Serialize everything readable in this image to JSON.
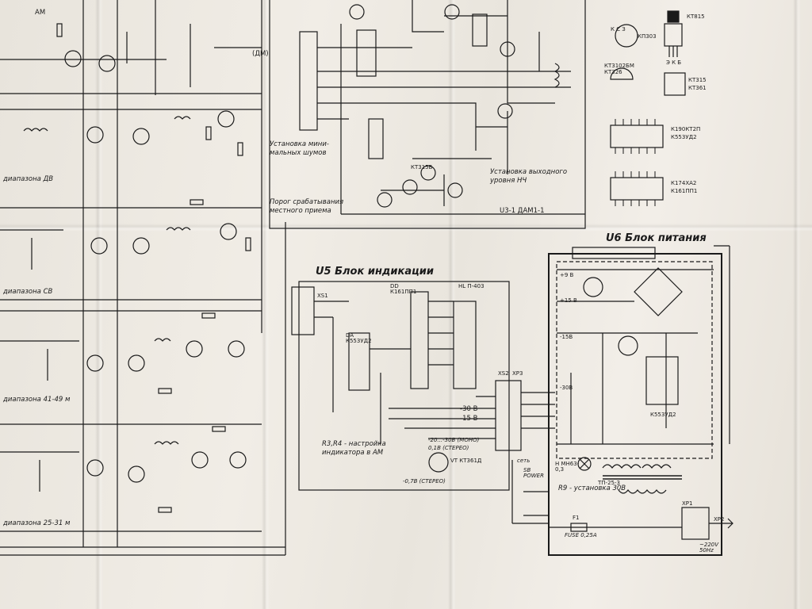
{
  "blocks": {
    "u5_title": "U5 Блок индикации",
    "u6_title": "U6 Блок питания",
    "u3_label": "U3-1 ДАМ1-1"
  },
  "notes": {
    "noise": "Установка мини-мальных шумов",
    "nch": "Установка выходного уровня НЧ",
    "threshold": "Порог срабатывания местного приема",
    "r3r4": "R3,R4 - настройка индикатора в АМ",
    "r9": "R9 - установка 30В",
    "range_dv": "диапазона ДВ",
    "range_sv": "диапазона СВ",
    "range_41": "диапазона 41-49 м",
    "range_25": "диапазона 25-31 м",
    "am": "АМ",
    "dm": "(ДМ)"
  },
  "components": {
    "dd": "DD К161ПП1",
    "hl": "HL П-403",
    "da": "DA К553УД2",
    "da_u6": "К553УД2",
    "vt": "VT КТ361Д",
    "vt_kt315": "КТ315Б",
    "tp": "ТП-25-3",
    "fuse": "FUSE 0,25А",
    "sb": "SB POWER",
    "set": "сеть",
    "h_lamp": "H МН63-0,3",
    "mains": "~220V 50Hz",
    "xp1": "XP1",
    "xs2": "XS2",
    "xp2": "XP2",
    "xs1": "XS1",
    "xp3": "XP3",
    "fu": "F1"
  },
  "voltages": {
    "v30": "-30 В",
    "v15": "-15 В",
    "v9": "+9 В",
    "v15p": "+15 В",
    "v15n": "-15В",
    "v30a": "-30В",
    "vstereo": "-0,7В (СТЕРЕО)",
    "vmono": "-20...-30В (МОНО)",
    "vstereo2": "0,1В (СТЕРЕО)"
  },
  "legend": {
    "kt315": "КТ315",
    "kt361": "КТ361",
    "kt3102": "КТ3102БМ",
    "kt326": "КТ326",
    "kp303": "КП303",
    "kt815": "КТ815",
    "k190kt2p": "К190КТ2П",
    "k553ud2": "К553УД2",
    "k174xa2": "К174ХА2",
    "k161pp1": "К161ПП1",
    "ebk": "Э К Б",
    "ksz": "К С З"
  },
  "colors": {
    "ink": "#1a1a1a",
    "paper": "#eeeae3"
  }
}
